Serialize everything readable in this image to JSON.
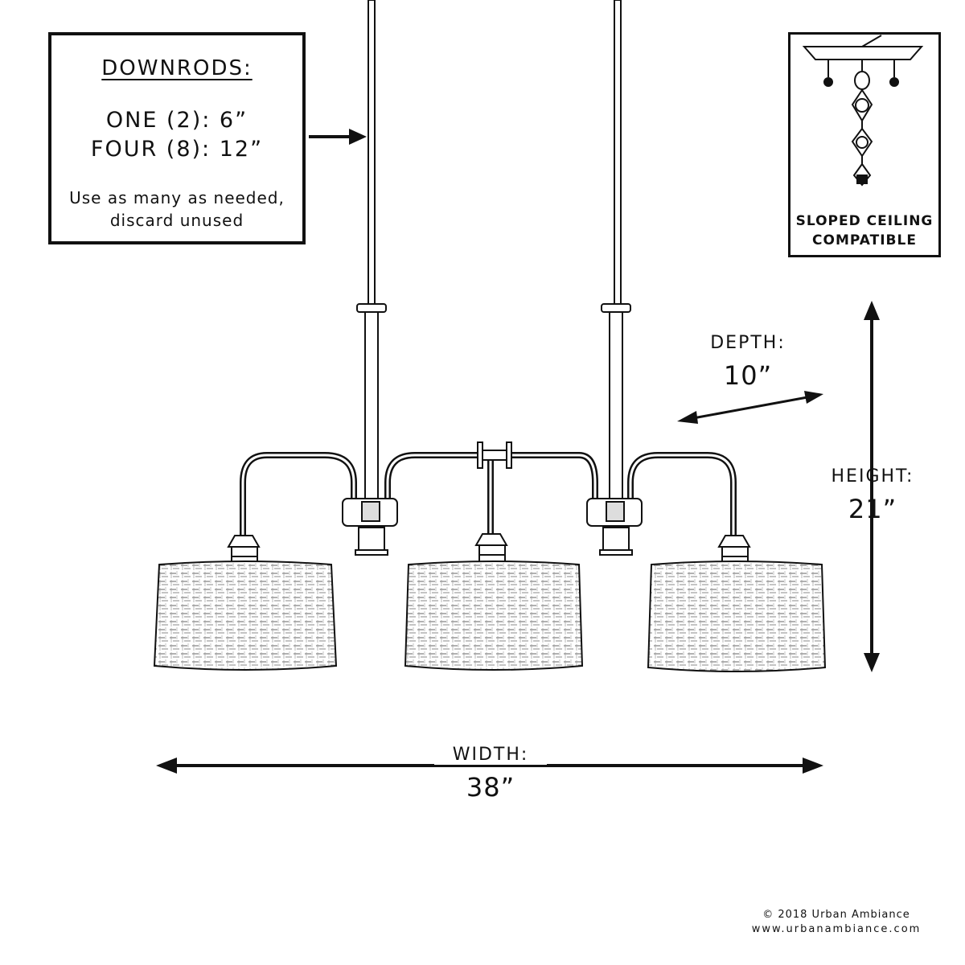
{
  "downrods": {
    "title": "DOWNRODS:",
    "line_1": "ONE (2): 6”",
    "line_2": "FOUR (8): 12”",
    "note_1": "Use as many as needed,",
    "note_2": "discard unused"
  },
  "sloped_ceiling": {
    "line_1": "SLOPED CEILING",
    "line_2": "COMPATIBLE"
  },
  "dimensions": {
    "depth_label": "DEPTH:",
    "depth_value": "10”",
    "height_label": "HEIGHT:",
    "height_value": "21”",
    "width_label": "WIDTH:",
    "width_value": "38”"
  },
  "footer": {
    "copyright": "© 2018 Urban Ambiance",
    "website": "www.urbanambiance.com"
  }
}
